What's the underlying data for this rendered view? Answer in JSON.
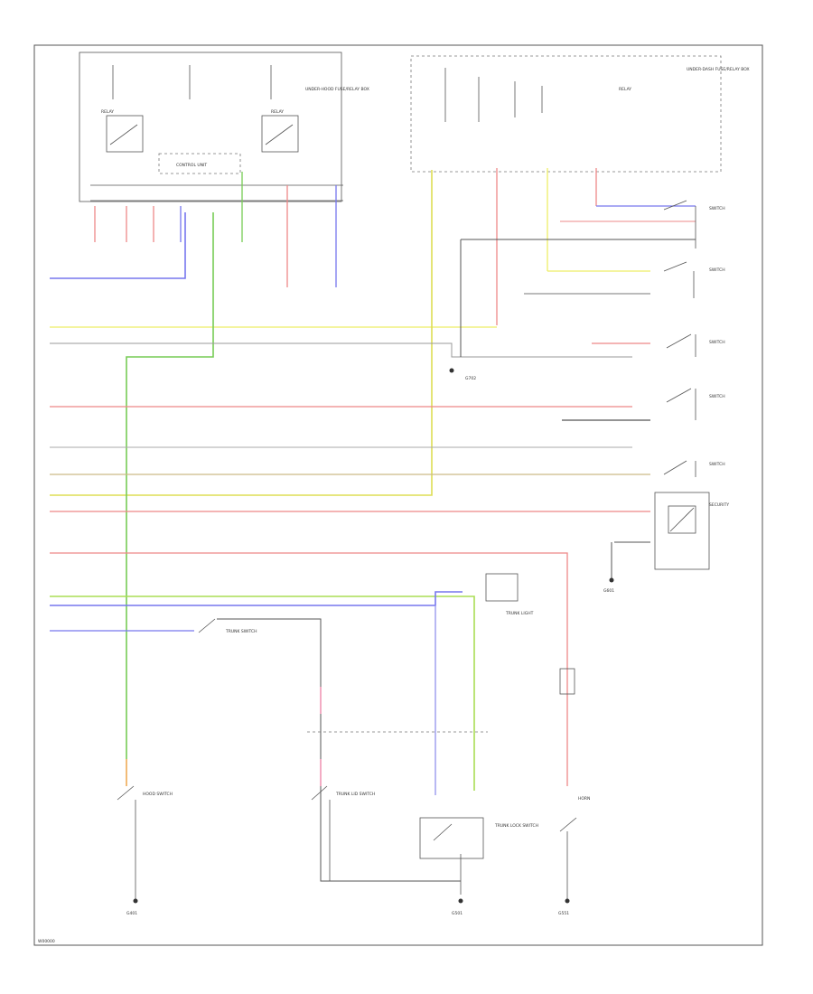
{
  "labels": {
    "top_group_note": "UNDER-HOOD FUSE/RELAY BOX",
    "control_unit": "CONTROL UNIT",
    "relay_left": "RELAY",
    "relay_mid": "RELAY",
    "fuse_box_right": "UNDER-DASH FUSE/RELAY BOX",
    "relay_right": "RELAY",
    "door_sw_1": "SWITCH",
    "door_sw_2": "SWITCH",
    "door_sw_3": "SWITCH",
    "door_sw_4": "SWITCH",
    "door_sw_5": "SWITCH",
    "security_unit": "SECURITY",
    "trunk_light": "TRUNK LIGHT",
    "trunk_sw": "TRUNK SWITCH",
    "trunk_lock_sw": "TRUNK LOCK SWITCH",
    "hood_sw": "HOOD SWITCH",
    "trunk_lid_sw": "TRUNK LID SWITCH",
    "horn": "HORN",
    "ground_1": "G401",
    "ground_2": "G501",
    "ground_3": "G551",
    "ground_4": "G601",
    "ground_5": "G702",
    "footer_code": "W00000"
  },
  "wire_colors": {
    "blue": "#7777ee",
    "red": "#ee8888",
    "yellow": "#eeee66",
    "green": "#77cc55",
    "orange": "#eeaa55",
    "pink": "#ee88aa",
    "gray": "#999999",
    "khaki": "#ccbb88",
    "dark": "#555555"
  },
  "icons": [
    "relay-icon",
    "switch-icon",
    "ground-icon",
    "connector-icon",
    "fuse-icon"
  ]
}
